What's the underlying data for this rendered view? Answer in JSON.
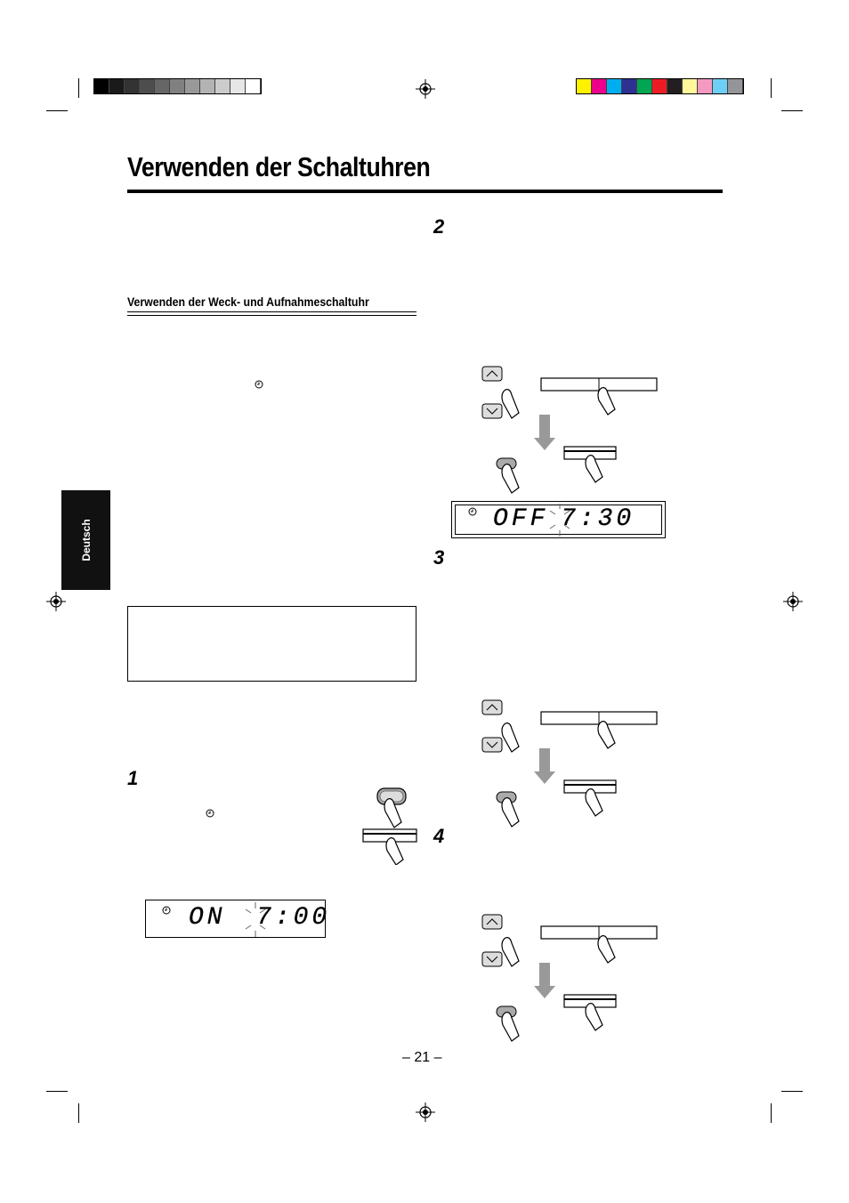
{
  "header": {
    "title": "Verwenden der Schaltuhren",
    "subheading": "Verwenden der Weck- und Aufnahmeschaltuhr"
  },
  "side_tab": {
    "label": "Deutsch"
  },
  "steps": [
    {
      "number": "1"
    },
    {
      "number": "2"
    },
    {
      "number": "3"
    },
    {
      "number": "4"
    }
  ],
  "displays": [
    {
      "mode": "ON",
      "time": "7:00"
    },
    {
      "mode": "OFF",
      "time": "7:30"
    }
  ],
  "footer": {
    "page_number": "– 21 –"
  },
  "icons": {
    "timer": "clock-icon",
    "up": "up-arrow-icon",
    "down": "down-arrow-icon"
  },
  "colors": {
    "grayscale_bar": [
      "#000000",
      "#1a1a1a",
      "#333333",
      "#4d4d4d",
      "#666666",
      "#808080",
      "#999999",
      "#b3b3b3",
      "#cccccc",
      "#e6e6e6",
      "#ffffff"
    ],
    "color_bar": [
      "#fff200",
      "#ec008c",
      "#00aeef",
      "#2e3192",
      "#00a651",
      "#ed1c24",
      "#231f20",
      "#fff799",
      "#f49ac1",
      "#6dcff6",
      "#939598"
    ]
  }
}
